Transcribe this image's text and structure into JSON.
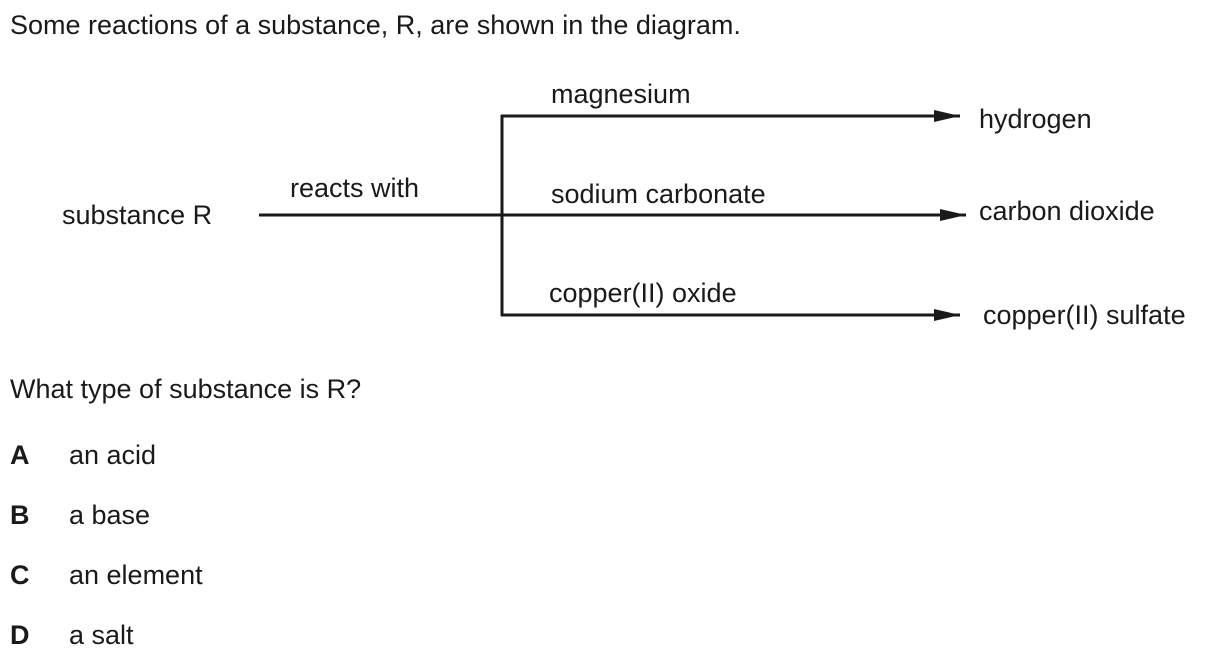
{
  "intro": "Some reactions of a substance, R, are shown in the diagram.",
  "diagram": {
    "start": "substance R",
    "connector": "reacts with",
    "reactions": [
      {
        "reagent": "magnesium",
        "product": "hydrogen"
      },
      {
        "reagent": "sodium carbonate",
        "product": "carbon dioxide"
      },
      {
        "reagent": "copper(II) oxide",
        "product": "copper(II) sulfate"
      }
    ]
  },
  "question": "What type of substance is R?",
  "options": [
    {
      "letter": "A",
      "text": "an acid"
    },
    {
      "letter": "B",
      "text": "a base"
    },
    {
      "letter": "C",
      "text": "an element"
    },
    {
      "letter": "D",
      "text": "a salt"
    }
  ]
}
